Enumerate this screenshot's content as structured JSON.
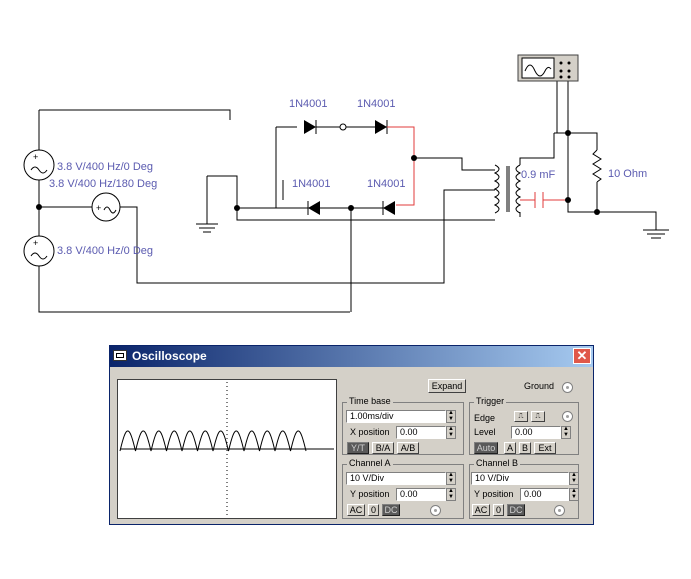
{
  "schematic": {
    "source_top_label": "3.8 V/400 Hz/0 Deg",
    "source_mid_label": "3.8 V/400 Hz/180 Deg",
    "source_bot_label": "3.8 V/400 Hz/0 Deg",
    "diode_labels": [
      "1N4001",
      "1N4001",
      "1N4001",
      "1N4001"
    ],
    "capacitor_label": "0.9 mF",
    "resistor_label": "10  Ohm"
  },
  "oscilloscope": {
    "title": "Oscilloscope",
    "close_glyph": "✕",
    "expand_label": "Expand",
    "ground_label": "Ground",
    "time_base": {
      "title": "Time base",
      "value": "1.00ms/div",
      "xpos_label": "X position",
      "xpos_value": "0.00",
      "mode_buttons": [
        "Y/T",
        "B/A",
        "A/B"
      ]
    },
    "trigger": {
      "title": "Trigger",
      "edge_label": "Edge",
      "level_label": "Level",
      "level_value": "0.00",
      "source_buttons": [
        "Auto",
        "A",
        "B",
        "Ext"
      ]
    },
    "channel_a": {
      "title": "Channel A",
      "scale": "10 V/Div",
      "ypos_label": "Y position",
      "ypos_value": "0.00",
      "coupling": [
        "AC",
        "0",
        "DC"
      ]
    },
    "channel_b": {
      "title": "Channel B",
      "scale": "10 V/Div",
      "ypos_label": "Y position",
      "ypos_value": "0.00",
      "coupling": [
        "AC",
        "0",
        "DC"
      ]
    }
  }
}
